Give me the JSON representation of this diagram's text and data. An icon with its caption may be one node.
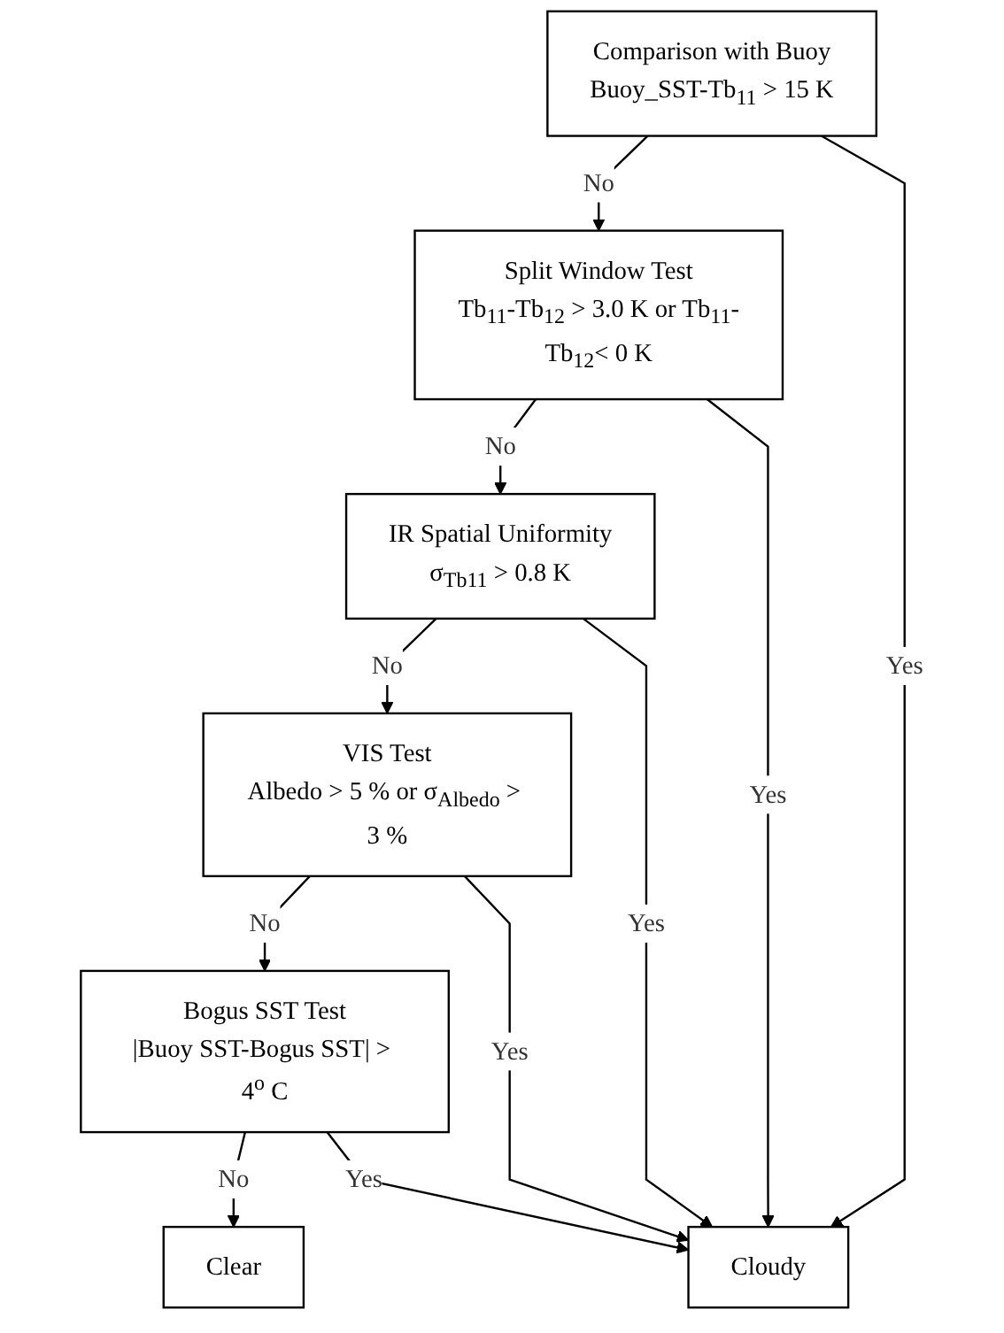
{
  "diagram": {
    "nodes": [
      {
        "text": [
          "Comparison with Buoy",
          "Buoy_SST-Tb$_{11}$ > 15 K"
        ]
      },
      {
        "text": [
          "Split Window Test",
          "Tb$_{11}$-Tb$_{12}$ > 3.0 K or Tb$_{11}$-Tb$_{12}$< 0 K"
        ]
      },
      {
        "text": [
          "IR Spatial Uniformity",
          "σ$_{Tb11}$ > 0.8 K"
        ]
      },
      {
        "text": [
          "VIS Test",
          "Albedo > 5 % or σ$_{Albedo}$ > 3 %"
        ]
      },
      {
        "text": [
          "Bogus SST Test",
          "|Buoy SST-Bogus SST| > 4$^{o}$ C"
        ]
      },
      {
        "text": [
          "Clear"
        ]
      },
      {
        "text": [
          "Cloudy"
        ]
      }
    ],
    "edges": [
      {
        "from": 0,
        "to": 1,
        "arrow": "to",
        "label": "No"
      },
      {
        "from": 1,
        "to": 2,
        "arrow": "to",
        "label": "No"
      },
      {
        "from": 2,
        "to": 3,
        "arrow": "to",
        "label": "No"
      },
      {
        "from": 3,
        "to": 4,
        "arrow": "to",
        "label": "No"
      },
      {
        "from": 4,
        "to": 5,
        "arrow": "to",
        "label": "No"
      },
      {
        "from": 0,
        "to": 6,
        "arrow": "to",
        "label": "Yes"
      },
      {
        "from": 1,
        "to": 6,
        "arrow": "to",
        "label": "Yes"
      },
      {
        "from": 2,
        "to": 6,
        "arrow": "to",
        "label": "Yes"
      },
      {
        "from": 3,
        "to": 6,
        "arrow": "to",
        "label": "Yes"
      },
      {
        "from": 4,
        "to": 6,
        "arrow": "to",
        "label": "Yes"
      }
    ]
  }
}
